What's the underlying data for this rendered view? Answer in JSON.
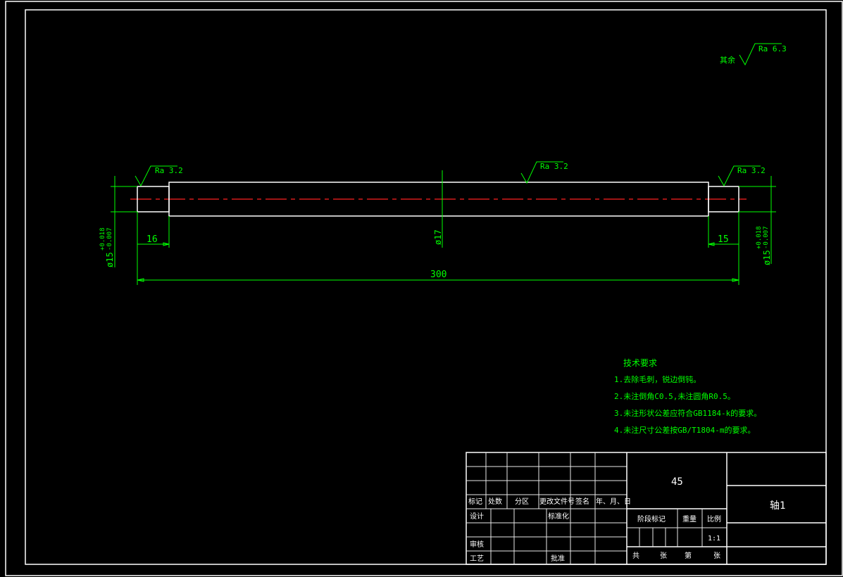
{
  "drawing": {
    "roughness_other_label": "其余",
    "roughness_other": "Ra 6.3",
    "roughness_left": "Ra 3.2",
    "roughness_middle": "Ra 3.2",
    "roughness_right": "Ra 3.2",
    "dim_left_len": "16",
    "dim_right_len": "15",
    "dim_total": "300",
    "dim_mid_dia": "ø17",
    "dim_left_dia": "ø15",
    "dim_left_tol_upper": "+0.018",
    "dim_left_tol_lower": "-0.007",
    "dim_right_dia": "ø15",
    "dim_right_tol_upper": "+0.018",
    "dim_right_tol_lower": "-0.007"
  },
  "tech_requirements": {
    "title": "技术要求",
    "items": [
      "1.去除毛刺，锐边倒钝。",
      "2.未注倒角C0.5,未注圆角R0.5。",
      "3.未注形状公差应符合GB1184-k的要求。",
      "4.未注尺寸公差按GB/T1804-m的要求。"
    ]
  },
  "title_block": {
    "material": "45",
    "part_name": "轴1",
    "hdr_mark": "标记",
    "hdr_count": "处数",
    "hdr_zone": "分区",
    "hdr_doc": "更改文件号",
    "hdr_sign": "签名",
    "hdr_date": "年、月、日",
    "design": "设计",
    "standard": "标准化",
    "review": "审核",
    "process": "工艺",
    "approve": "批准",
    "stage_mark": "阶段标记",
    "weight": "重量",
    "scale": "比例",
    "scale_value": "1:1",
    "total": "共",
    "sheets1": "张",
    "page": "第",
    "sheets2": "张"
  }
}
